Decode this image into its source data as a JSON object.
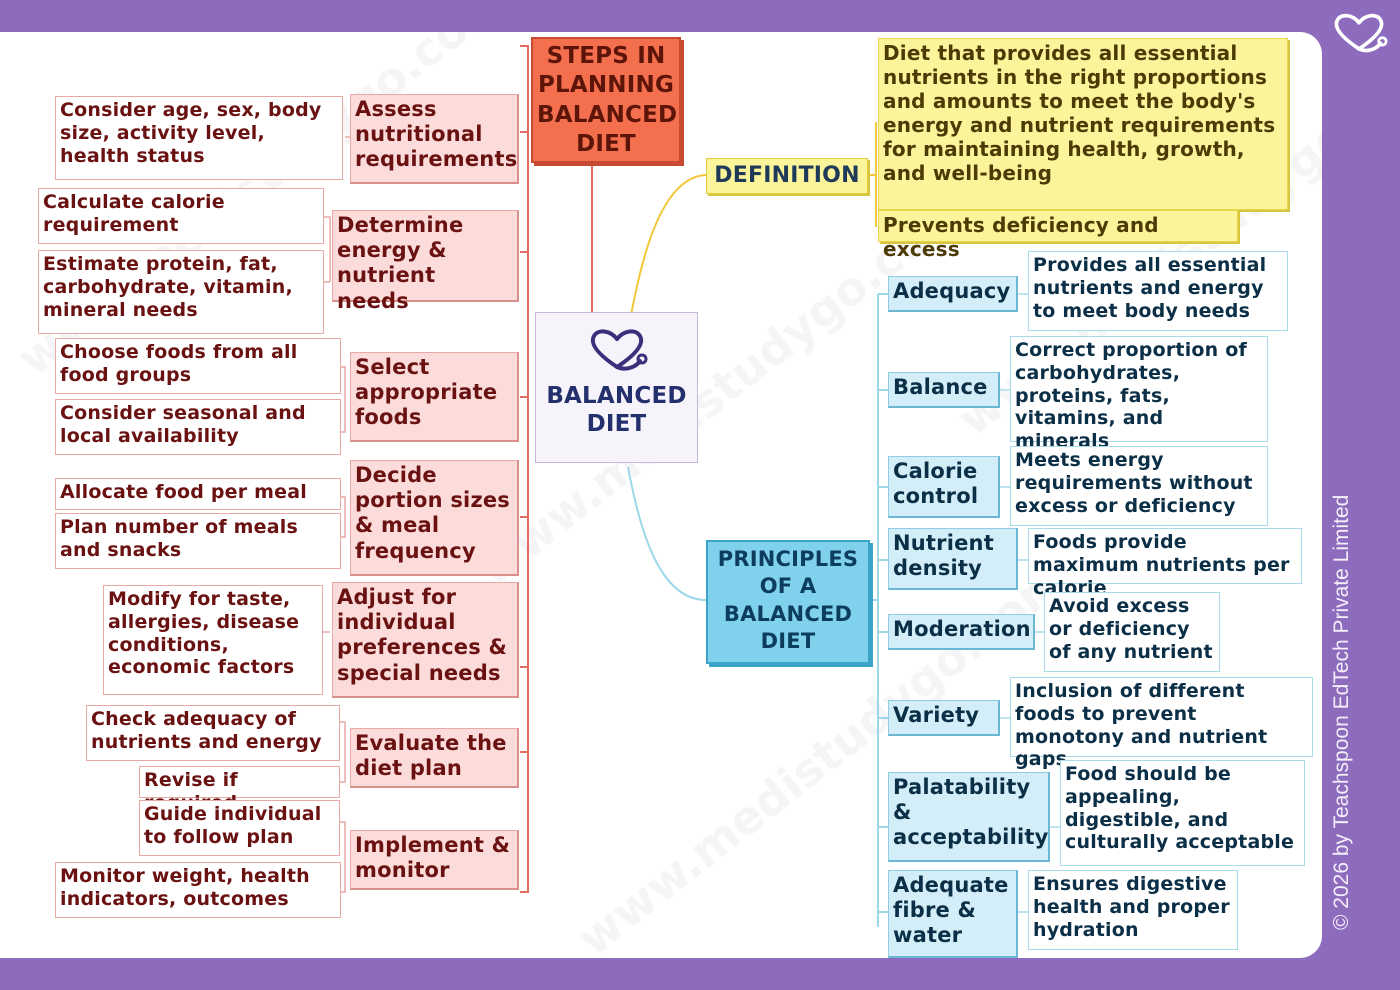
{
  "center": {
    "title": "BALANCED DIET",
    "logo_icon": "heart-stethoscope-icon"
  },
  "steps": {
    "title": "STEPS IN PLANNING BALANCED DIET",
    "items": [
      {
        "label": "Assess nutritional requirements",
        "details": [
          "Consider age, sex, body size, activity level, health status"
        ]
      },
      {
        "label": "Determine energy & nutrient needs",
        "details": [
          "Calculate calorie requirement",
          "Estimate protein, fat, carbohydrate, vitamin, mineral needs"
        ]
      },
      {
        "label": "Select appropriate foods",
        "details": [
          "Choose foods from all food groups",
          "Consider seasonal and local availability"
        ]
      },
      {
        "label": "Decide portion sizes & meal frequency",
        "details": [
          "Allocate food per meal",
          "Plan number of meals and snacks"
        ]
      },
      {
        "label": "Adjust for individual preferences & special needs",
        "details": [
          "Modify for taste, allergies, disease conditions, economic factors"
        ]
      },
      {
        "label": "Evaluate the diet plan",
        "details": [
          "Check adequacy of nutrients and energy",
          "Revise if required"
        ]
      },
      {
        "label": "Implement & monitor",
        "details": [
          "Guide individual to follow plan",
          "Monitor weight, health indicators, outcomes"
        ]
      }
    ]
  },
  "definition": {
    "label": "DEFINITION",
    "text": "Diet that provides all essential nutrients in the right proportions and amounts to meet the body's energy and nutrient requirements for maintaining health, growth, and well-being",
    "note": "Prevents deficiency and excess"
  },
  "principles": {
    "title": "PRINCIPLES OF A BALANCED DIET",
    "items": [
      {
        "label": "Adequacy",
        "detail": "Provides all essential nutrients and energy to meet body needs"
      },
      {
        "label": "Balance",
        "detail": "Correct proportion of carbohydrates, proteins, fats, vitamins, and minerals"
      },
      {
        "label": "Calorie control",
        "detail": "Meets energy requirements without excess or deficiency"
      },
      {
        "label": "Nutrient density",
        "detail": "Foods provide maximum nutrients per calorie"
      },
      {
        "label": "Moderation",
        "detail": "Avoid excess or deficiency of any nutrient"
      },
      {
        "label": "Variety",
        "detail": "Inclusion of different foods to prevent monotony and nutrient gaps"
      },
      {
        "label": "Palatability & acceptability",
        "detail": "Food should be appealing, digestible, and culturally acceptable"
      },
      {
        "label": "Adequate fibre & water",
        "detail": "Ensures digestive health and proper hydration"
      }
    ]
  },
  "footer": {
    "copyright": "© 2026 by Teachspoon EdTech Private Limited",
    "corner_icon": "heart-stethoscope-icon"
  },
  "watermark": "www.medistudygo.com",
  "colors": {
    "frame": "#8d6bbd",
    "steps": "#f36f4e",
    "definition": "#fbf49a",
    "principles": "#7fd1ec"
  }
}
